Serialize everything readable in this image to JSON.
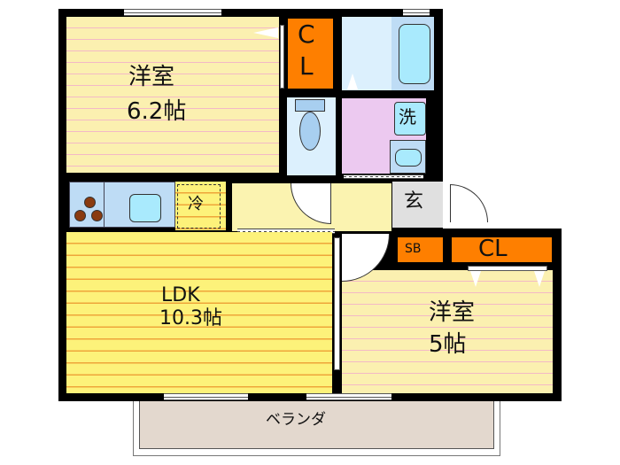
{
  "floorplan": {
    "rooms": {
      "western_room_1": {
        "name": "洋室",
        "size": "6.2帖"
      },
      "ldk": {
        "name": "LDK",
        "size": "10.3帖"
      },
      "western_room_2": {
        "name": "洋室",
        "size": "5帖"
      }
    },
    "closets": {
      "closet_1": {
        "letters": [
          "C",
          "L"
        ]
      },
      "closet_2": {
        "label": "CL"
      },
      "shoe_box": {
        "label": "SB"
      }
    },
    "fixtures": {
      "washer": "洗",
      "fridge": "冷",
      "entrance": "玄"
    },
    "balcony": {
      "label": "ベランダ"
    },
    "colors": {
      "western_floor": "#fbf0b0",
      "ldk_floor": "#fdf27a",
      "closet": "#fe7f00",
      "bath": "#dcf0fd",
      "washroom": "#ecc9f0",
      "balcony": "#e3d8ce",
      "wall": "#000000"
    }
  }
}
